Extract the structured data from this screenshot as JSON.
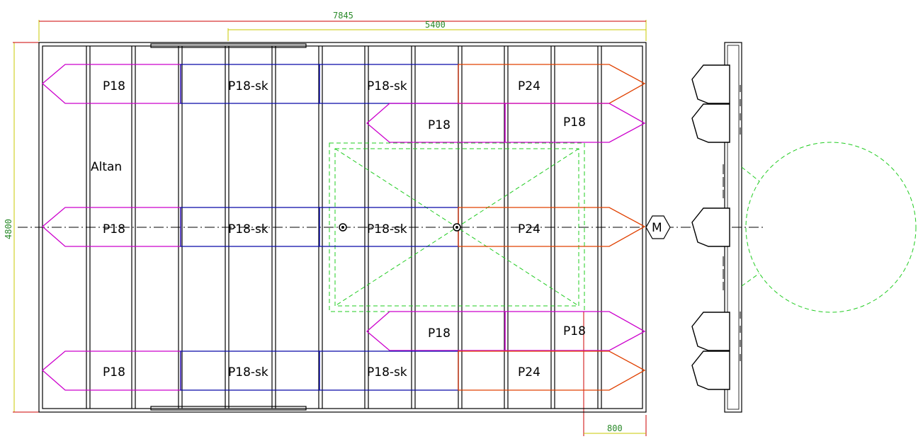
{
  "dimensions": {
    "overall_length": "7845",
    "partial_length": "5400",
    "width": "4800",
    "overhang": "800"
  },
  "labels": {
    "altan": "Altan",
    "marker": "M"
  },
  "pontoons": {
    "row1": [
      "P18",
      "P18-sk",
      "P18-sk",
      "P24"
    ],
    "row2": [
      "P18",
      "P18"
    ],
    "row3": [
      "P18",
      "P18-sk",
      "P18-sk",
      "P24"
    ],
    "row4": [
      "P18",
      "P18"
    ],
    "row5": [
      "P18",
      "P18-sk",
      "P18-sk",
      "P24"
    ]
  },
  "colors": {
    "frame": "#000000",
    "dimension": "#c8c800",
    "dimension_text": "#2a8a2a",
    "width_dim": "#d00000",
    "p18": "#cc00cc",
    "p18_sk": "#1010aa",
    "p24": "#e04000",
    "hatch_zone": "#22cc22"
  }
}
